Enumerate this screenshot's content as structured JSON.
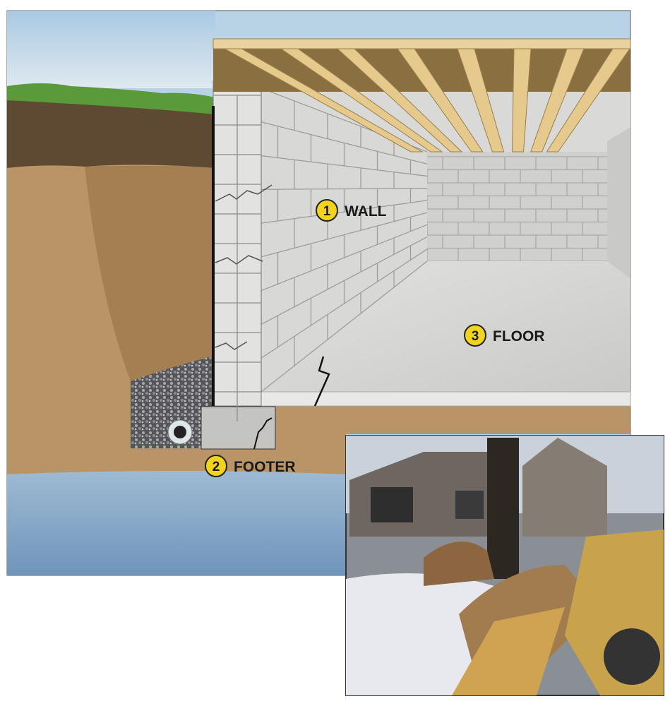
{
  "diagram": {
    "labels": [
      {
        "number": "1",
        "text": "WALL"
      },
      {
        "number": "2",
        "text": "FOOTER"
      },
      {
        "number": "3",
        "text": "FLOOR"
      }
    ],
    "colors": {
      "badge": "#f2d41c",
      "sky": "#b8d3e6",
      "grass": "#5a9a3a",
      "topsoil": "#5e4a32",
      "soil": "#b89466",
      "groundwater": "#7ea3c4",
      "block": "#d6d6d4",
      "joist": "#e6c98c"
    }
  },
  "photo": {
    "subject": "excavation-photo"
  }
}
